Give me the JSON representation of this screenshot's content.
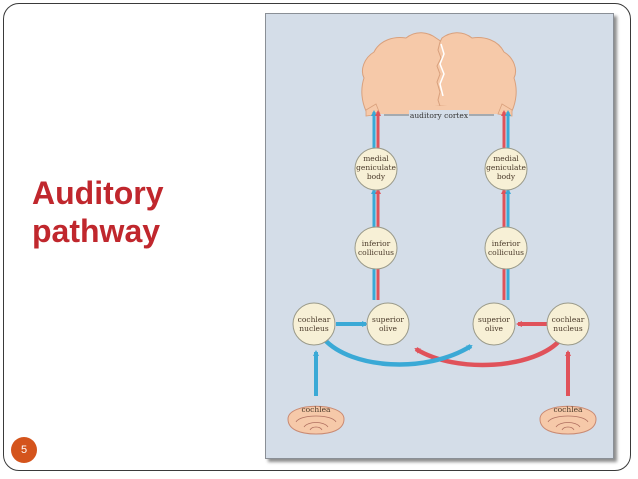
{
  "slide": {
    "title_line1": "Auditory",
    "title_line2": "pathway",
    "page_number": "5",
    "colors": {
      "title": "#c0272d",
      "page_badge": "#d4541c",
      "figure_bg": "#d4dde8",
      "brain": "#f6c9a9",
      "node_fill": "#f7f0d6",
      "blue_path": "#3aa9d6",
      "red_path": "#e0525a"
    }
  },
  "diagram": {
    "cortex_label": "auditory cortex",
    "left": {
      "mgb": [
        "medial",
        "geniculate",
        "body"
      ],
      "ic": [
        "inferior",
        "colliculus"
      ],
      "so": [
        "superior",
        "olive"
      ],
      "cn": [
        "cochlear",
        "nucleus"
      ],
      "cochlea": "cochlea"
    },
    "right": {
      "mgb": [
        "medial",
        "geniculate",
        "body"
      ],
      "ic": [
        "inferior",
        "colliculus"
      ],
      "so": [
        "superior",
        "olive"
      ],
      "cn": [
        "cochlear",
        "nucleus"
      ],
      "cochlea": "cochlea"
    }
  }
}
